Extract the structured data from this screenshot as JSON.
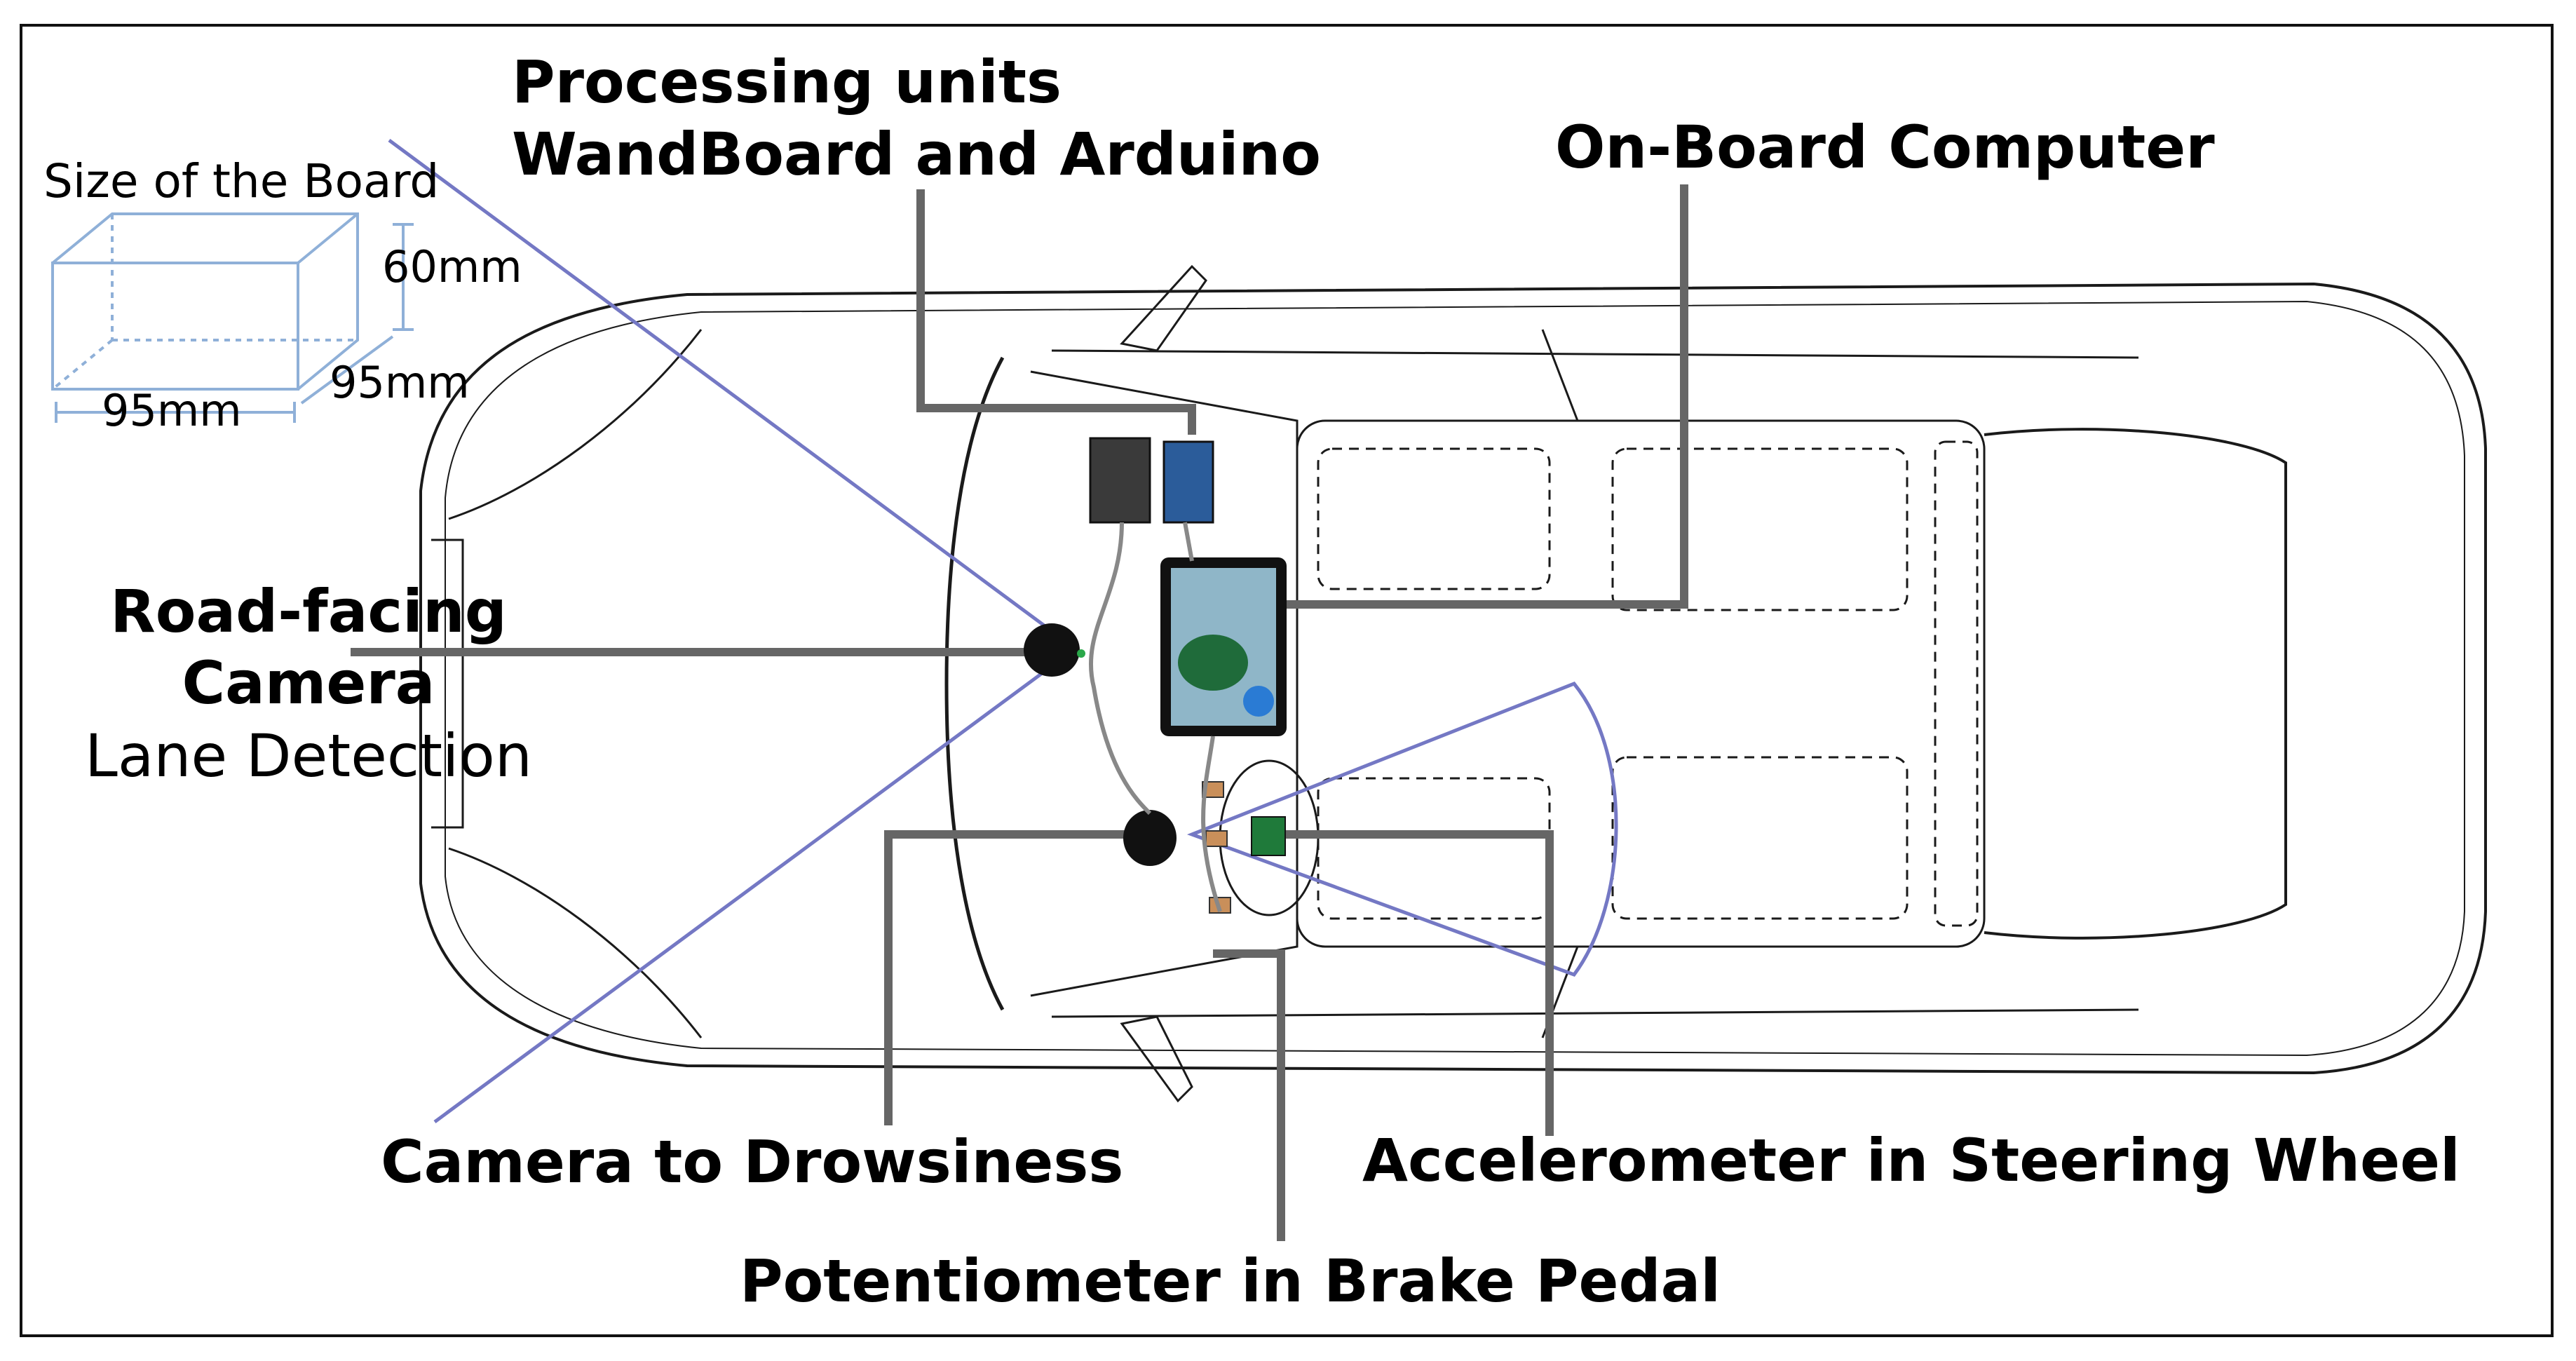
{
  "labels": {
    "processing_line1": "Processing units",
    "processing_line2": "WandBoard and Arduino",
    "onboard": "On-Board Computer",
    "road_line1": "Road-facing",
    "road_line2": "Camera",
    "road_line3": "Lane Detection",
    "drowsiness": "Camera to Drowsiness",
    "accelerometer": "Accelerometer in Steering Wheel",
    "potentiometer": "Potentiometer in Brake Pedal"
  },
  "board_size": {
    "title": "Size of the Board",
    "height": "60mm",
    "depth": "95mm",
    "width": "95mm"
  },
  "colors": {
    "leader": "#666666",
    "fov": "#7478c4",
    "outline": "#1a1a1a",
    "board_box": "#8fb0d8"
  }
}
